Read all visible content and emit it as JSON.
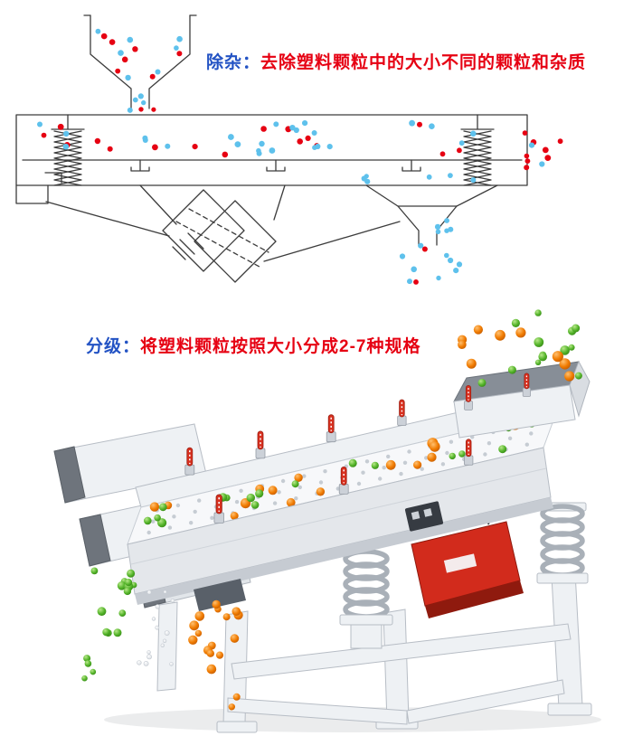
{
  "captions": {
    "impurity": {
      "prefix": "除杂：",
      "text": "去除塑料颗粒中的大小不同的颗粒和杂质"
    },
    "grading": {
      "prefix": "分级：",
      "text": "将塑料颗粒按照大小分成2-7种规格"
    }
  },
  "colors": {
    "caption_blue": "#2353c4",
    "caption_red": "#e60012",
    "particle_red": "#e60012",
    "particle_blue": "#5ec1ec",
    "particle_orange": "#f07b00",
    "particle_green": "#54b42a",
    "particle_white": "#eef1f4",
    "diagram_line": "#3c3c3c",
    "motor_red": "#d22b1c",
    "clamp_red": "#d8301f",
    "machine_body": "#eef1f4"
  }
}
